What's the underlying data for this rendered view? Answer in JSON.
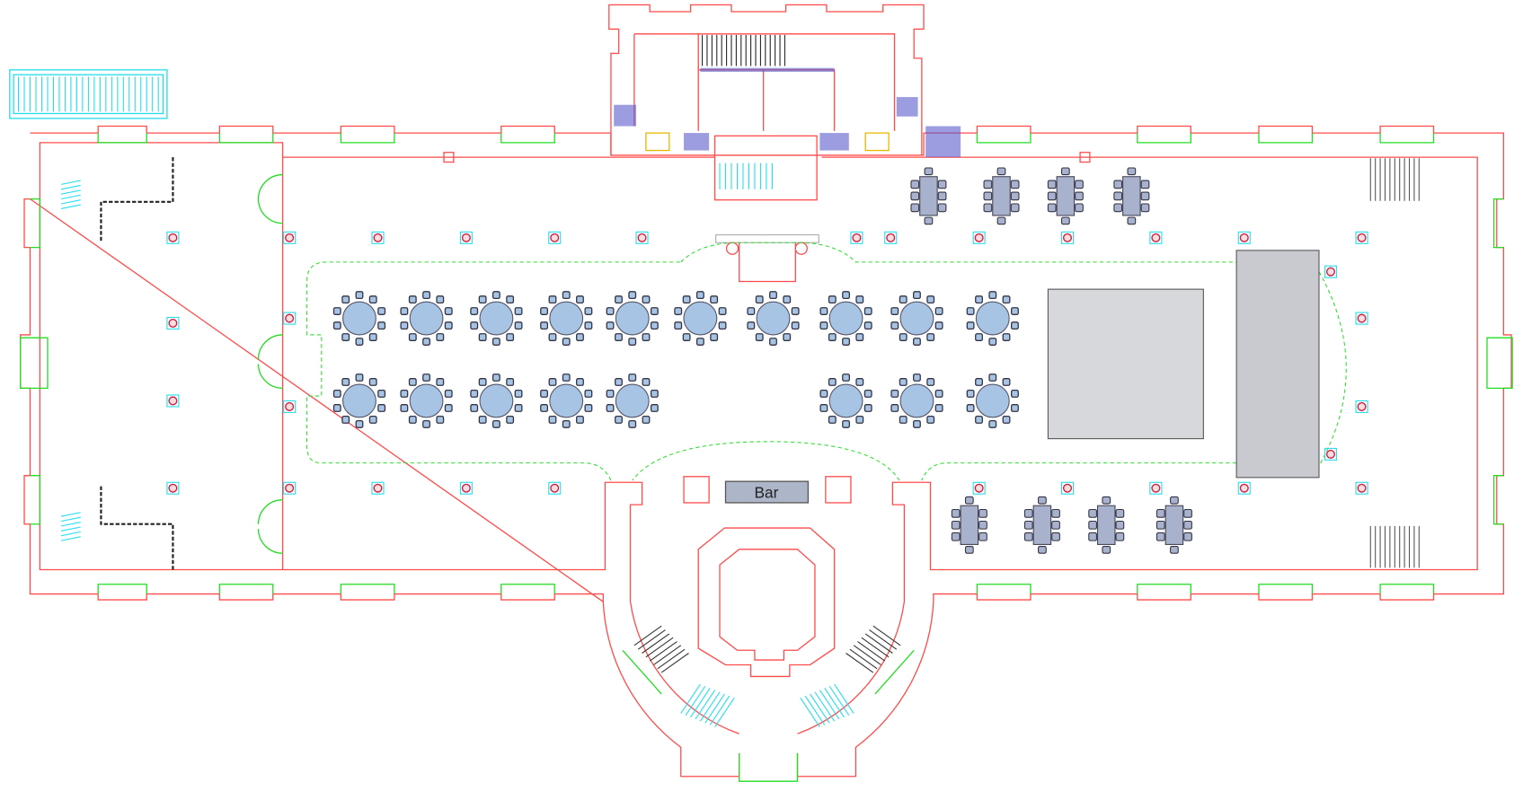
{
  "labels": {
    "bar": "Bar"
  },
  "colors": {
    "wall": "#ff4b4b",
    "window": "#22dd22",
    "table_fill": "#a7c4e4",
    "rect_table_fill": "#a9b2cc",
    "stage_fill": "#d6d8dc",
    "stage2_fill": "#c8cacf",
    "bar_fill": "#adb5c8"
  },
  "round_tables": {
    "top_row_count": 10,
    "bottom_row_count": 8,
    "chairs_per_table": 10
  },
  "rect_tables": {
    "top_row_count": 4,
    "bottom_row_count": 4,
    "chairs_per_table": 8
  }
}
